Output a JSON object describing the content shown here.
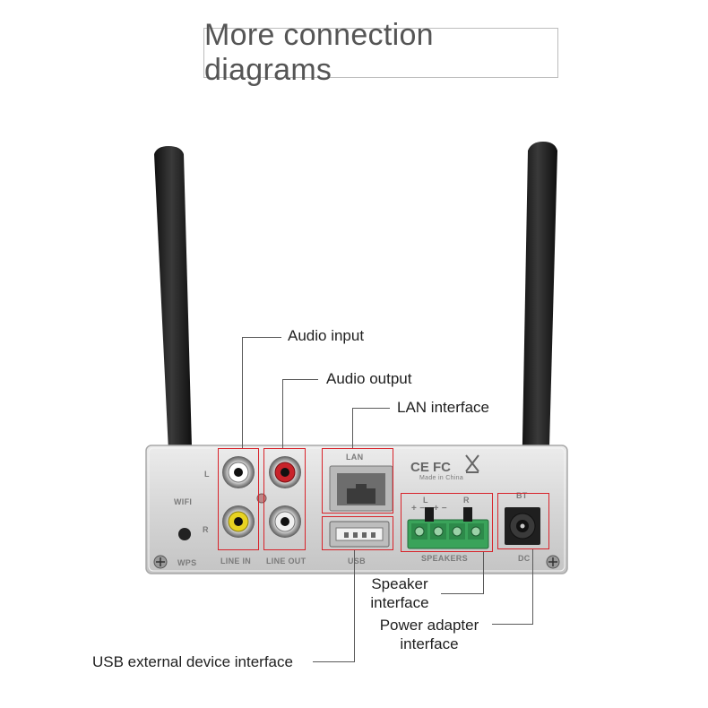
{
  "title": "More connection diagrams",
  "callouts": {
    "audio_input": "Audio input",
    "audio_output": "Audio output",
    "lan_interface": "LAN interface",
    "speaker_interface": "Speaker\ninterface",
    "power_adapter_interface": "Power adapter\ninterface",
    "usb_interface": "USB external device interface"
  },
  "panel_labels": {
    "wifi": "WIFI",
    "wps": "WPS",
    "line_in": "LINE IN",
    "line_out": "LINE OUT",
    "lan": "LAN",
    "usb": "USB",
    "speakers": "SPEAKERS",
    "bt": "BT",
    "dc": "DC",
    "left": "L",
    "right": "R",
    "made_in": "Made in China",
    "certs": "CE FC",
    "spk_l": "L",
    "spk_r": "R",
    "spk_polarity": "+ −   + −"
  },
  "colors": {
    "highlight": "#d8232a",
    "panel": "#d9d9d9",
    "antenna": "#1c1c1c",
    "rca_left_in": "#ffffff",
    "rca_right_in": "#e8d321",
    "rca_left_out": "#c8232a",
    "rca_right_out": "#f0f0f0",
    "speaker_terminal": "#3aa35a"
  }
}
